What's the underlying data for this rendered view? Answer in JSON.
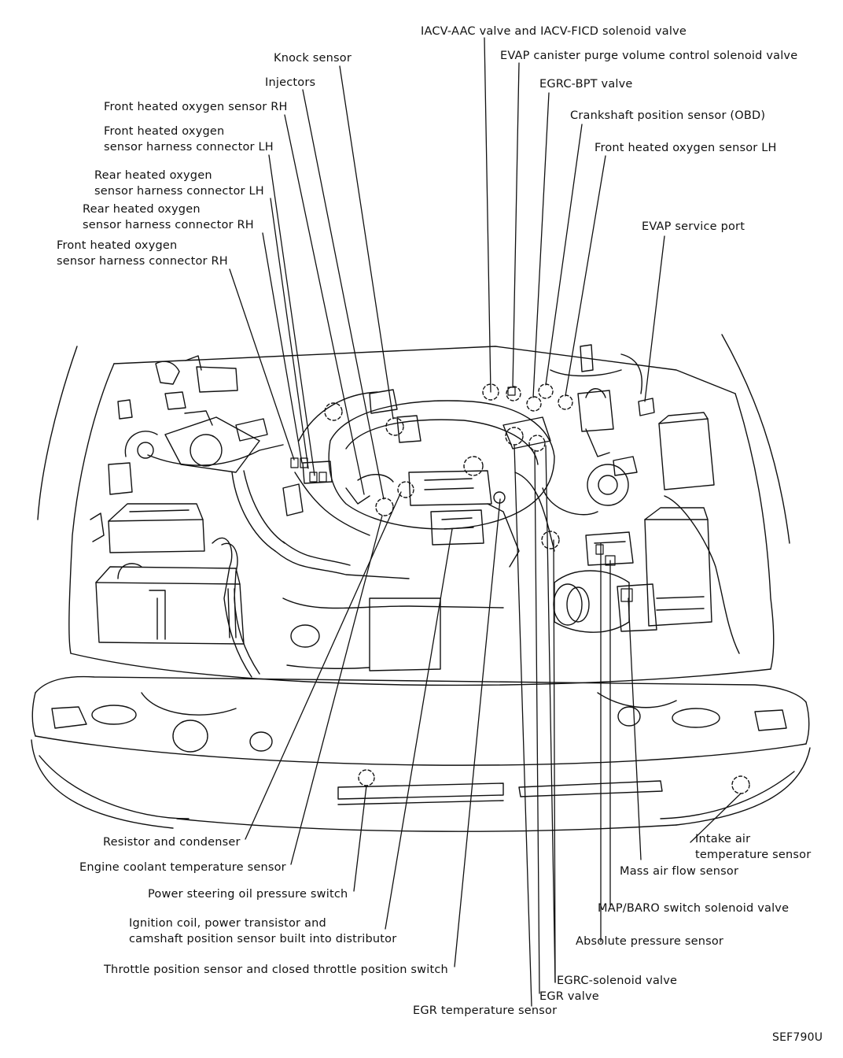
{
  "figure_code": "SEF790U",
  "labels": {
    "iacv": "IACV-AAC valve and IACV-FICD solenoid valve",
    "knock": "Knock sensor",
    "evap_purge": "EVAP canister purge volume control solenoid valve",
    "injectors": "Injectors",
    "egrc_bpt": "EGRC-BPT valve",
    "front_o2_rh": "Front heated oxygen sensor RH",
    "crank": "Crankshaft position sensor (OBD)",
    "front_o2_conn_lh_1": "Front heated oxygen",
    "front_o2_conn_lh_2": "sensor harness connector LH",
    "front_o2_lh": "Front heated oxygen sensor LH",
    "rear_o2_conn_lh_1": "Rear heated oxygen",
    "rear_o2_conn_lh_2": "sensor harness connector LH",
    "rear_o2_conn_rh_1": "Rear heated oxygen",
    "rear_o2_conn_rh_2": "sensor harness connector RH",
    "evap_port": "EVAP service port",
    "front_o2_conn_rh_1": "Front heated oxygen",
    "front_o2_conn_rh_2": "sensor harness connector RH",
    "resistor": "Resistor and condenser",
    "intake_temp_1": "Intake air",
    "intake_temp_2": "temperature sensor",
    "coolant": "Engine coolant temperature sensor",
    "maf": "Mass air flow sensor",
    "ps_switch": "Power steering oil pressure switch",
    "map_baro": "MAP/BARO switch solenoid valve",
    "ignition_1": "Ignition coil, power transistor and",
    "ignition_2": "camshaft position sensor built into distributor",
    "abs_pressure": "Absolute pressure sensor",
    "tps": "Throttle position sensor and closed throttle position switch",
    "egrc_sol": "EGRC-solenoid valve",
    "egr_valve": "EGR valve",
    "egr_temp": "EGR temperature sensor"
  }
}
